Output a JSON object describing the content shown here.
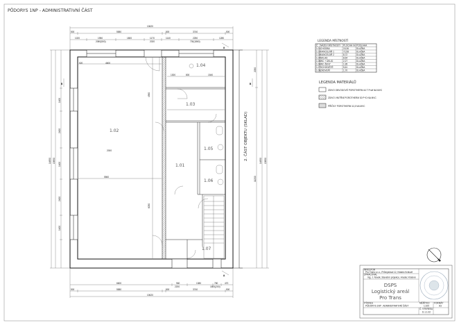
{
  "title": "PŮDORYS 1NP - ADMINISTRATIVNÍ ČÁST",
  "rooms": {
    "r102": "1.02",
    "r101": "1.01",
    "r103": "1.03",
    "r104": "1.04",
    "r105": "1.05",
    "r106": "1.06",
    "r107": "1.07",
    "warehouse": "2. ČÁST OBJEKTU (SKLAD)"
  },
  "dimensions": {
    "top_total": "10620",
    "top_row1": [
      "500",
      "5580",
      "500",
      "3740",
      "500"
    ],
    "top_row2": [
      "1020",
      "1950",
      "1800",
      "1170",
      "1140",
      "2250",
      "1280"
    ],
    "top_row2_sub": [
      "2080(500)",
      "2020",
      "730(1860)"
    ],
    "bottom_row1": [
      "6600",
      "960",
      "1380",
      "780",
      "470"
    ],
    "bottom_row1_sub": [
      "2200",
      "1800(200)"
    ],
    "bottom_row2": [
      "500",
      "5580",
      "500",
      "3740",
      "500"
    ],
    "bottom_total": "10620",
    "left": [
      "1400",
      "2400",
      "1400",
      "2400",
      "1400"
    ],
    "left_total": [
      "14850",
      "13850"
    ],
    "right": [
      "2050",
      "11200"
    ],
    "right_total": [
      "14850",
      "13850"
    ],
    "interior": [
      "4600",
      "520",
      "5560",
      "4560",
      "6030",
      "1300",
      "800",
      "1540",
      "2000"
    ]
  },
  "legend_rooms": {
    "title": "LEGENDA MÍSTNOSTÍ",
    "headers": [
      "Č.",
      "NÁZEV MÍSTNOSTI",
      "PLOCHA m²",
      "PODLAHA"
    ],
    "rows": [
      [
        "1.01",
        "CHODBA",
        "15,36",
        "DLAŽBA"
      ],
      [
        "1.02",
        "KANCELÁŘ 1",
        "72,58",
        "DLAŽBA"
      ],
      [
        "1.03",
        "KANCELÁŘ 2",
        "8,72",
        "DLAŽBA"
      ],
      [
        "1.04",
        "SKLAD",
        "8,54",
        "DLAŽBA"
      ],
      [
        "1.05",
        "WC + ÚKLID",
        "2,27",
        "DLAŽBA"
      ],
      [
        "1.06",
        "WC ŽENY",
        "1,95",
        "DLAŽBA"
      ],
      [
        "1.07",
        "SCHODIŠTĚ",
        "5,61",
        "DLAŽBA"
      ],
      [
        "1.08",
        "ZÁDVEŘÍ",
        "1,70",
        "DLAŽBA"
      ]
    ]
  },
  "legend_materials": {
    "title": "LEGENDA MATERIÁLŮ",
    "items": [
      "ZDIVO OBVODOVÉ POROTHERM 44 T Profi NA MVC",
      "ZDIVO VNITŘNÍ POROTHERM 30 P+D NA MVC",
      "PŘÍČKY POROTHERM 11,5 NA MVC"
    ]
  },
  "title_block": {
    "investor_label": "INVESTOR",
    "investor": "Pro Trans s.r.o., Průmyslová 12, Hradec Králové",
    "designer_label": "ZPRACOVAL",
    "designer": "Ing. J. Novák, Stavební projekce, Hradec Králové",
    "stage": "DSPS",
    "project_line1": "Logistický areál",
    "project_line2": "Pro Trans",
    "drawing_label": "VÝKRES",
    "drawing": "PŮDORYS 1NP - ADMINISTRATIVNÍ ČÁST",
    "scale_label": "MĚŘÍTKO",
    "scale": "1:100",
    "format_label": "FORMÁT",
    "format": "A3",
    "number_label": "Č. VÝKRESU",
    "number": "D.1.1.02"
  }
}
